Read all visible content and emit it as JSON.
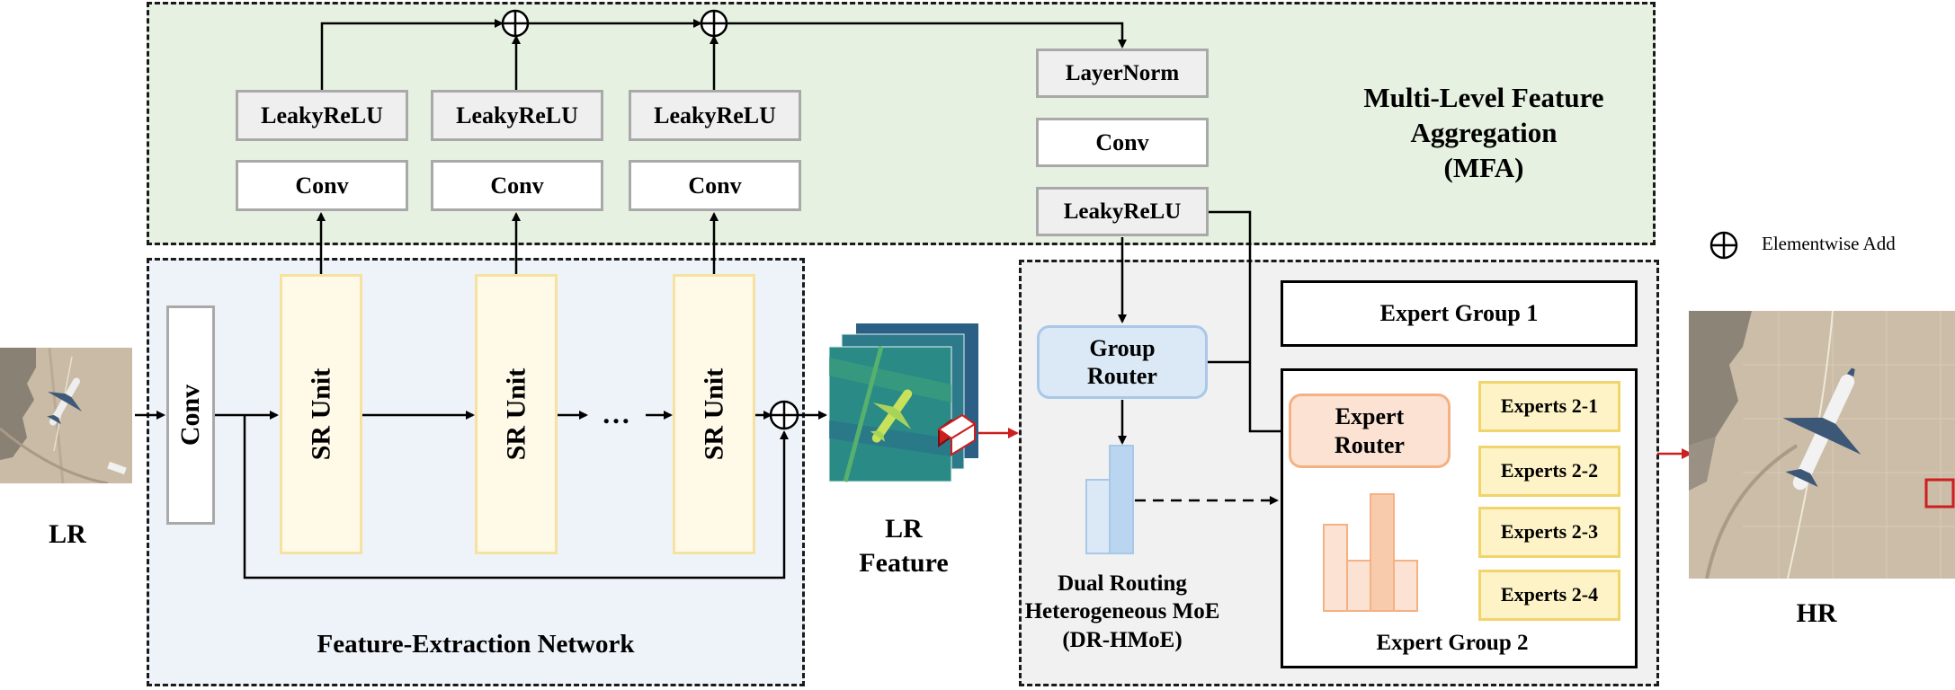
{
  "mfa": {
    "title_line1": "Multi-Level Feature",
    "title_line2": "Aggregation",
    "title_line3": "(MFA)",
    "leaky_relu": "LeakyReLU",
    "conv": "Conv",
    "layernorm": "LayerNorm"
  },
  "fen": {
    "title": "Feature-Extraction Network",
    "conv": "Conv",
    "sr_unit": "SR Unit",
    "ellipsis": "…"
  },
  "io": {
    "lr_label": "LR",
    "hr_label": "HR",
    "lr_feature_line1": "LR",
    "lr_feature_line2": "Feature"
  },
  "moe": {
    "group_router_line1": "Group",
    "group_router_line2": "Router",
    "expert_group_1": "Expert Group 1",
    "expert_router_line1": "Expert",
    "expert_router_line2": "Router",
    "experts": [
      "Experts 2-1",
      "Experts 2-2",
      "Experts 2-3",
      "Experts 2-4"
    ],
    "expert_group_2": "Expert Group 2",
    "title_line1": "Dual Routing",
    "title_line2": "Heterogeneous MoE",
    "title_line3": "(DR-HMoE)"
  },
  "legend": {
    "symbol": "⊕",
    "label": "Elementwise Add"
  },
  "colors": {
    "mfa_bg": "#e6f1e1",
    "fen_bg": "#eef3f9",
    "moe_bg": "#f1f1f1",
    "sr_unit_fill": "#fff9e8",
    "sr_unit_border": "#f5e2a0",
    "group_router_fill": "#dbe9f7",
    "expert_router_fill": "#fbe2d3",
    "expert_fill": "#fdf3c6",
    "expert_border": "#f1d46b",
    "red_arrow": "#cc1f1f"
  }
}
